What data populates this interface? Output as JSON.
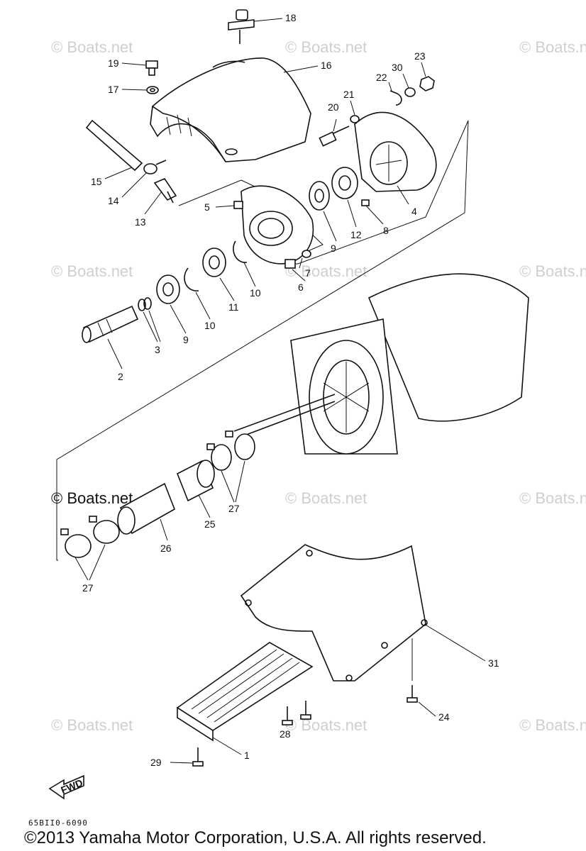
{
  "watermark": "© Boats.net",
  "watermark_dark": "© Boats.net",
  "diagram_code": "65BII0-6090",
  "fwd_label": "FWD",
  "copyright": "©2013 Yamaha Motor Corporation, U.S.A. All rights reserved.",
  "callouts": {
    "p1": "1",
    "p2": "2",
    "p3": "3",
    "p4": "4",
    "p5": "5",
    "p6": "6",
    "p7": "7",
    "p8": "8",
    "p9a": "9",
    "p9b": "9",
    "p10a": "10",
    "p10b": "10",
    "p11": "11",
    "p12": "12",
    "p13": "13",
    "p14": "14",
    "p15": "15",
    "p16": "16",
    "p17": "17",
    "p18": "18",
    "p19": "19",
    "p20": "20",
    "p21": "21",
    "p22": "22",
    "p23": "23",
    "p24": "24",
    "p25": "25",
    "p26": "26",
    "p27a": "27",
    "p27b": "27",
    "p28": "28",
    "p29": "29",
    "p30": "30",
    "p31": "31"
  }
}
